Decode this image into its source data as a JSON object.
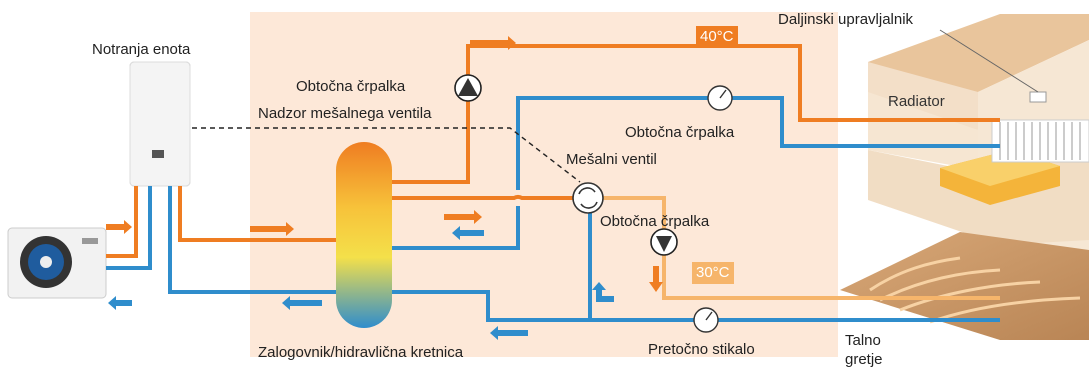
{
  "labels": {
    "indoor_unit": "Notranja enota",
    "pump_top": "Obtočna črpalka",
    "mixing_control": "Nadzor mešalnega ventila",
    "remote": "Daljinski upravljalnik",
    "radiator": "Radiator",
    "pump_radiator": "Obtočna črpalka",
    "mixing_valve": "Mešalni ventil",
    "pump_floor": "Obtočna črpalka",
    "tank": "Zalogovnik/hidravlična kretnica",
    "flow_switch": "Pretočno stikalo",
    "floor_heating_1": "Talno",
    "floor_heating_2": "gretje"
  },
  "temps": {
    "high": "40°C",
    "low": "30°C"
  },
  "colors": {
    "hot": "#ef7d22",
    "warm": "#f6b56b",
    "cold": "#2f8dcc",
    "panel": "#fde8d8",
    "room": "#e6c39a"
  }
}
